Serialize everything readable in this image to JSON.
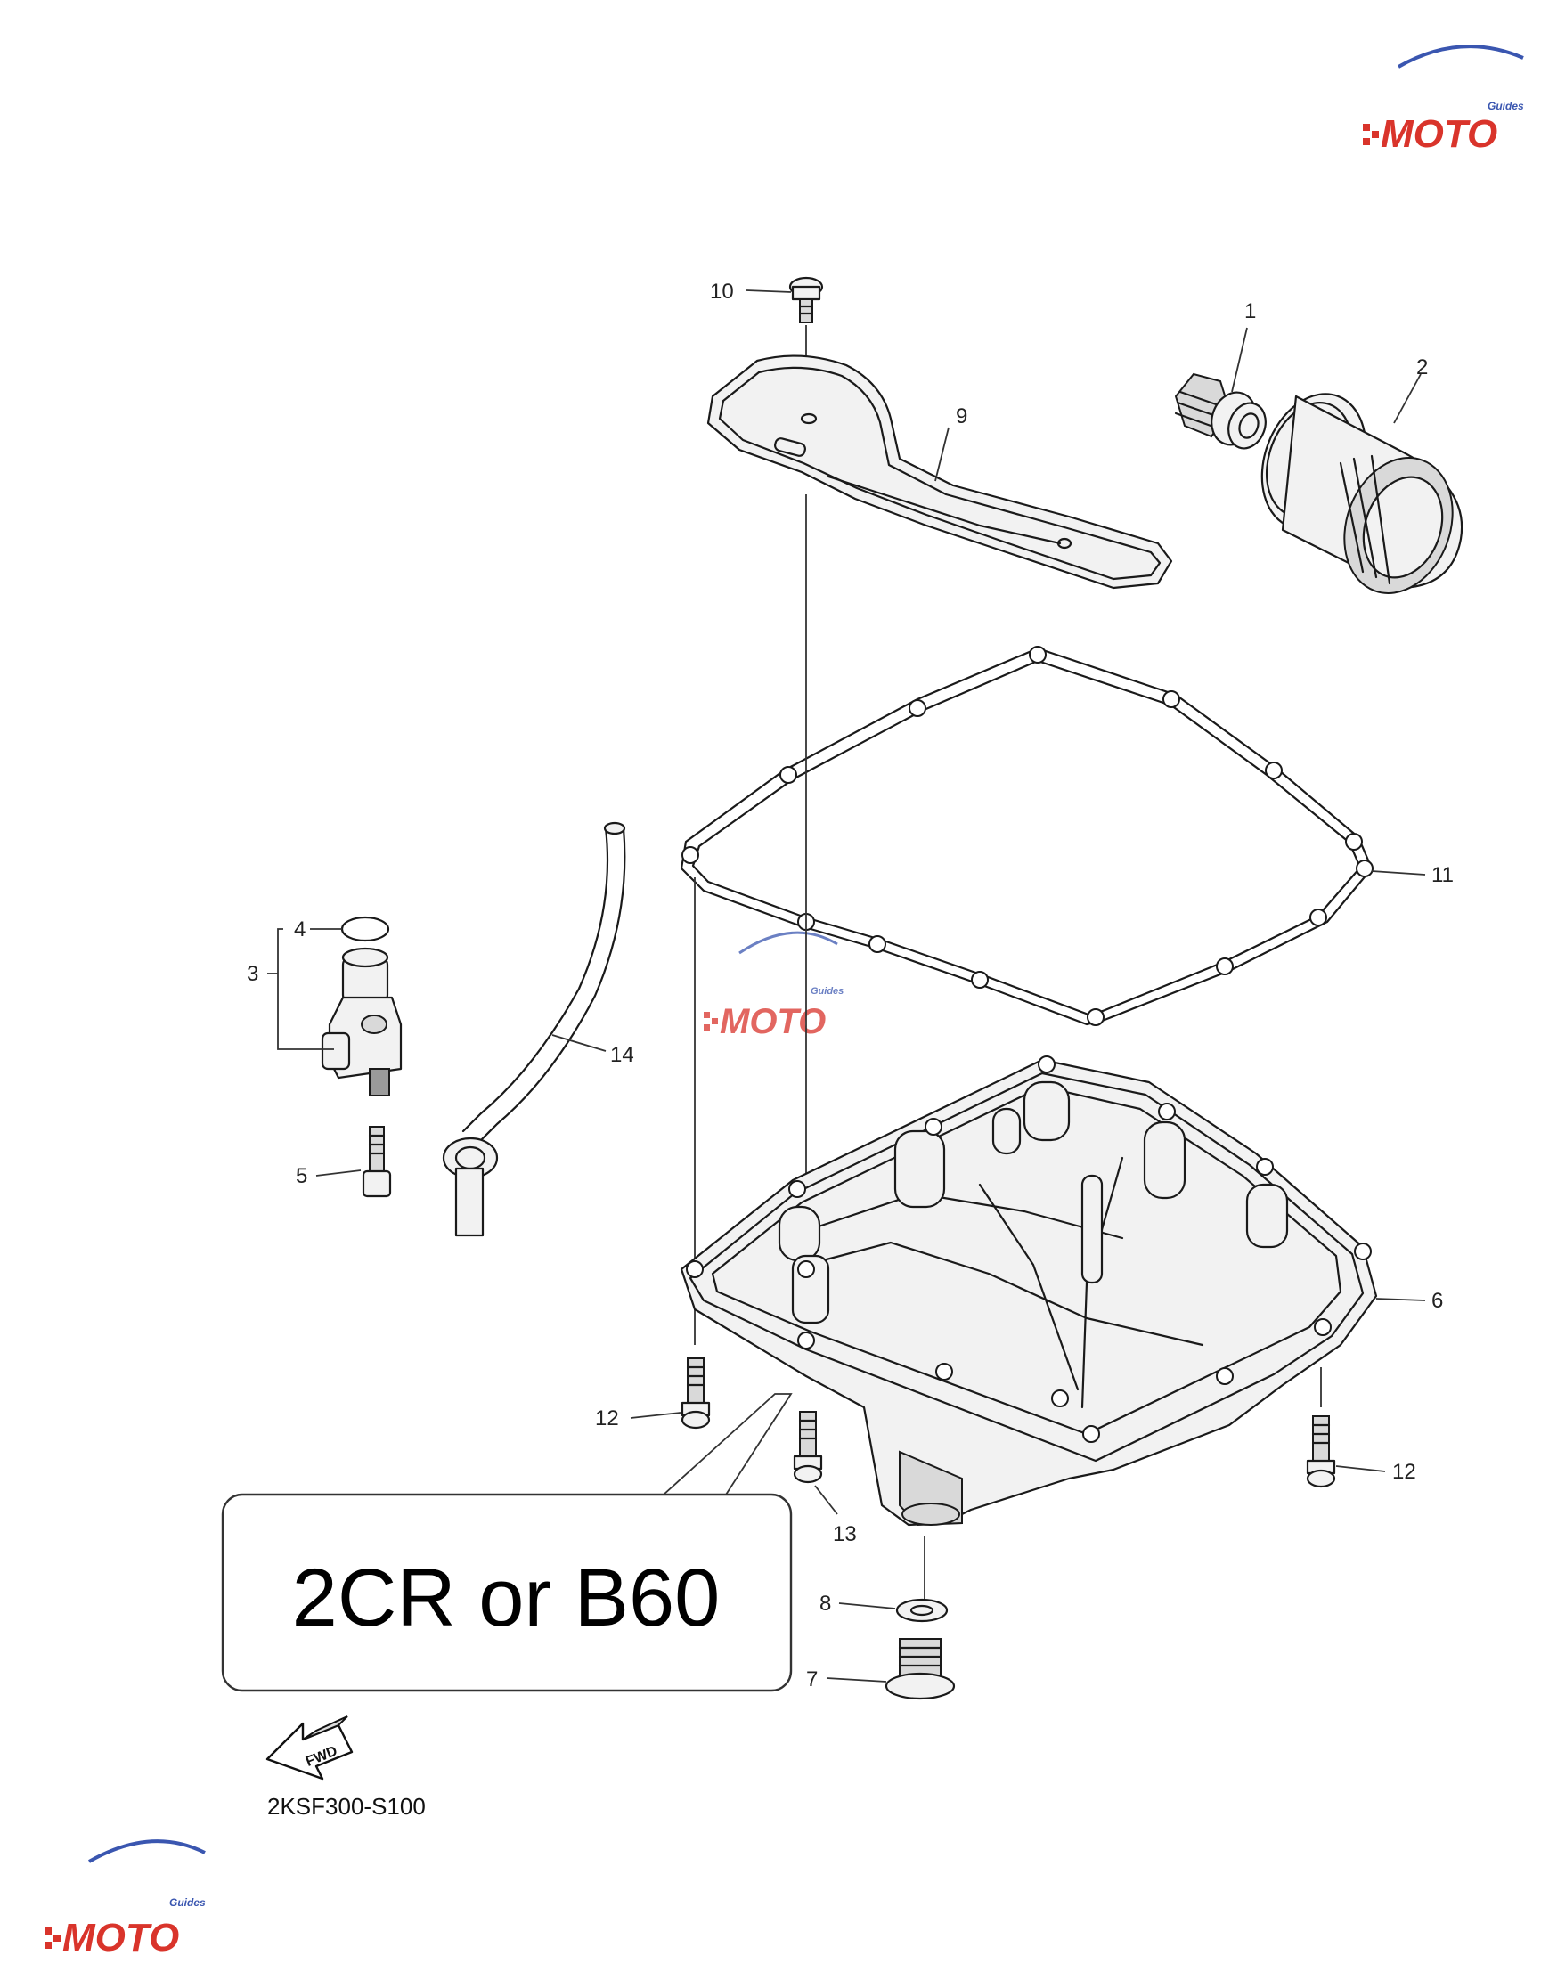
{
  "callouts": {
    "c1": "1",
    "c2": "2",
    "c3": "3",
    "c4": "4",
    "c5": "5",
    "c6": "6",
    "c7": "7",
    "c8": "8",
    "c9": "9",
    "c10": "10",
    "c11": "11",
    "c12a": "12",
    "c12b": "12",
    "c13": "13",
    "c14": "14"
  },
  "model_box": {
    "text": "2CR or B60"
  },
  "fwd_arrow": {
    "text": "FWD"
  },
  "diagram_code": "2KSF300-S100",
  "watermark": {
    "text": "MOTO",
    "sub": "Guides",
    "colors": {
      "red": "#d9342b",
      "blue": "#3a56b0"
    }
  }
}
